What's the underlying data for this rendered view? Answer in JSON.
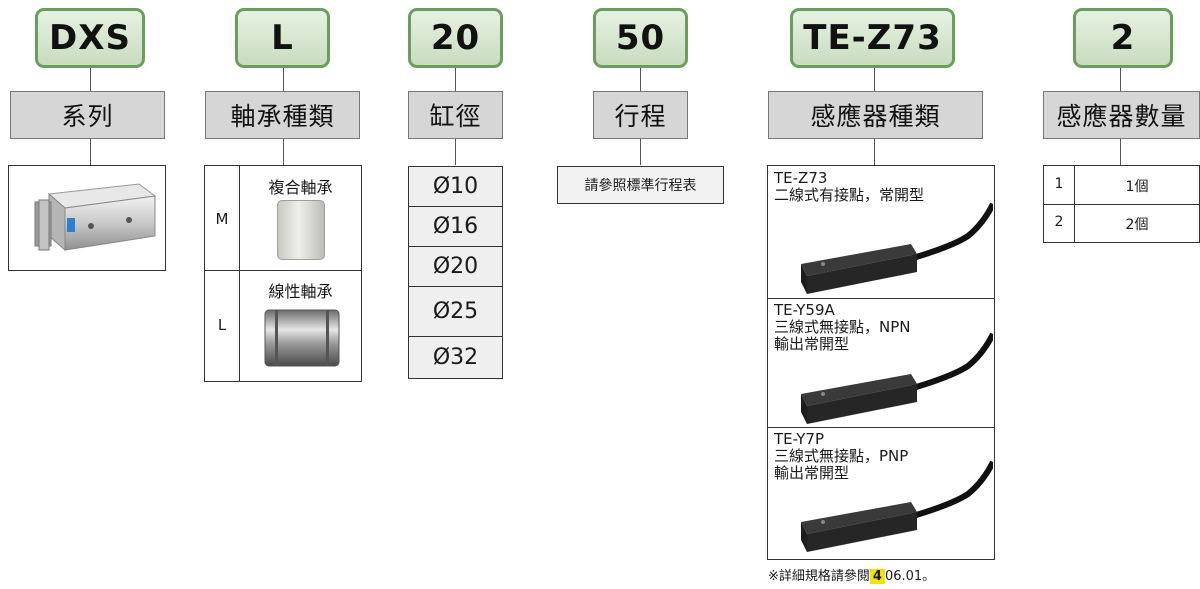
{
  "columns": [
    {
      "code": "DXS",
      "label": "系列"
    },
    {
      "code": "L",
      "label": "軸承種類"
    },
    {
      "code": "20",
      "label": "缸徑"
    },
    {
      "code": "50",
      "label": "行程"
    },
    {
      "code": "TE-Z73",
      "label": "感應器種類"
    },
    {
      "code": "2",
      "label": "感應器數量"
    }
  ],
  "bearing": {
    "rows": [
      {
        "code": "M",
        "name": "複合軸承"
      },
      {
        "code": "L",
        "name": "線性軸承"
      }
    ]
  },
  "bore": {
    "values": [
      "Ø10",
      "Ø16",
      "Ø20",
      "Ø25",
      "Ø32"
    ]
  },
  "stroke": {
    "note": "請參照標準行程表"
  },
  "sensors": [
    {
      "model": "TE-Z73",
      "desc": "二線式有接點，常開型"
    },
    {
      "model": "TE-Y59A",
      "desc": "三線式無接點，NPN\n輸出常開型"
    },
    {
      "model": "TE-Y7P",
      "desc": "三線式無接點，PNP\n輸出常開型"
    }
  ],
  "footnote": {
    "prefix": "※詳細規格請參閱",
    "key": "4",
    "suffix": "06.01。"
  },
  "quantity": [
    {
      "code": "1",
      "label": "1個"
    },
    {
      "code": "2",
      "label": "2個"
    }
  ]
}
